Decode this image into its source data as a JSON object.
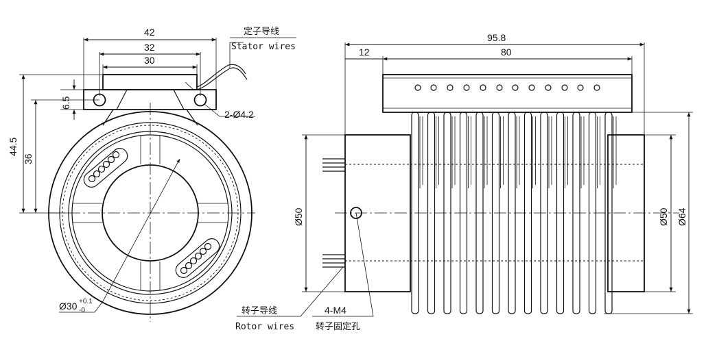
{
  "left_view": {
    "dims": {
      "d42": "42",
      "d32": "32",
      "d30": "30",
      "d44_5": "44.5",
      "d36": "36",
      "d6_5": "6.5",
      "hole": "2-Ø4.2",
      "bore_main": "Ø30",
      "bore_tol_upper": "+0.1",
      "bore_tol_lower": "-0"
    },
    "stator_wires_cn": "定子导线",
    "stator_wires_en": "Stator wires",
    "rotor_wires_cn": "转子导线",
    "rotor_wires_en": "Rotor wires"
  },
  "right_view": {
    "dims": {
      "d95_8": "95.8",
      "d12": "12",
      "d80": "80",
      "d50_left": "Ø50",
      "d50_right": "Ø50",
      "d64": "Ø64"
    },
    "screw_label": "4-M4",
    "screw_cn": "转子固定孔"
  }
}
